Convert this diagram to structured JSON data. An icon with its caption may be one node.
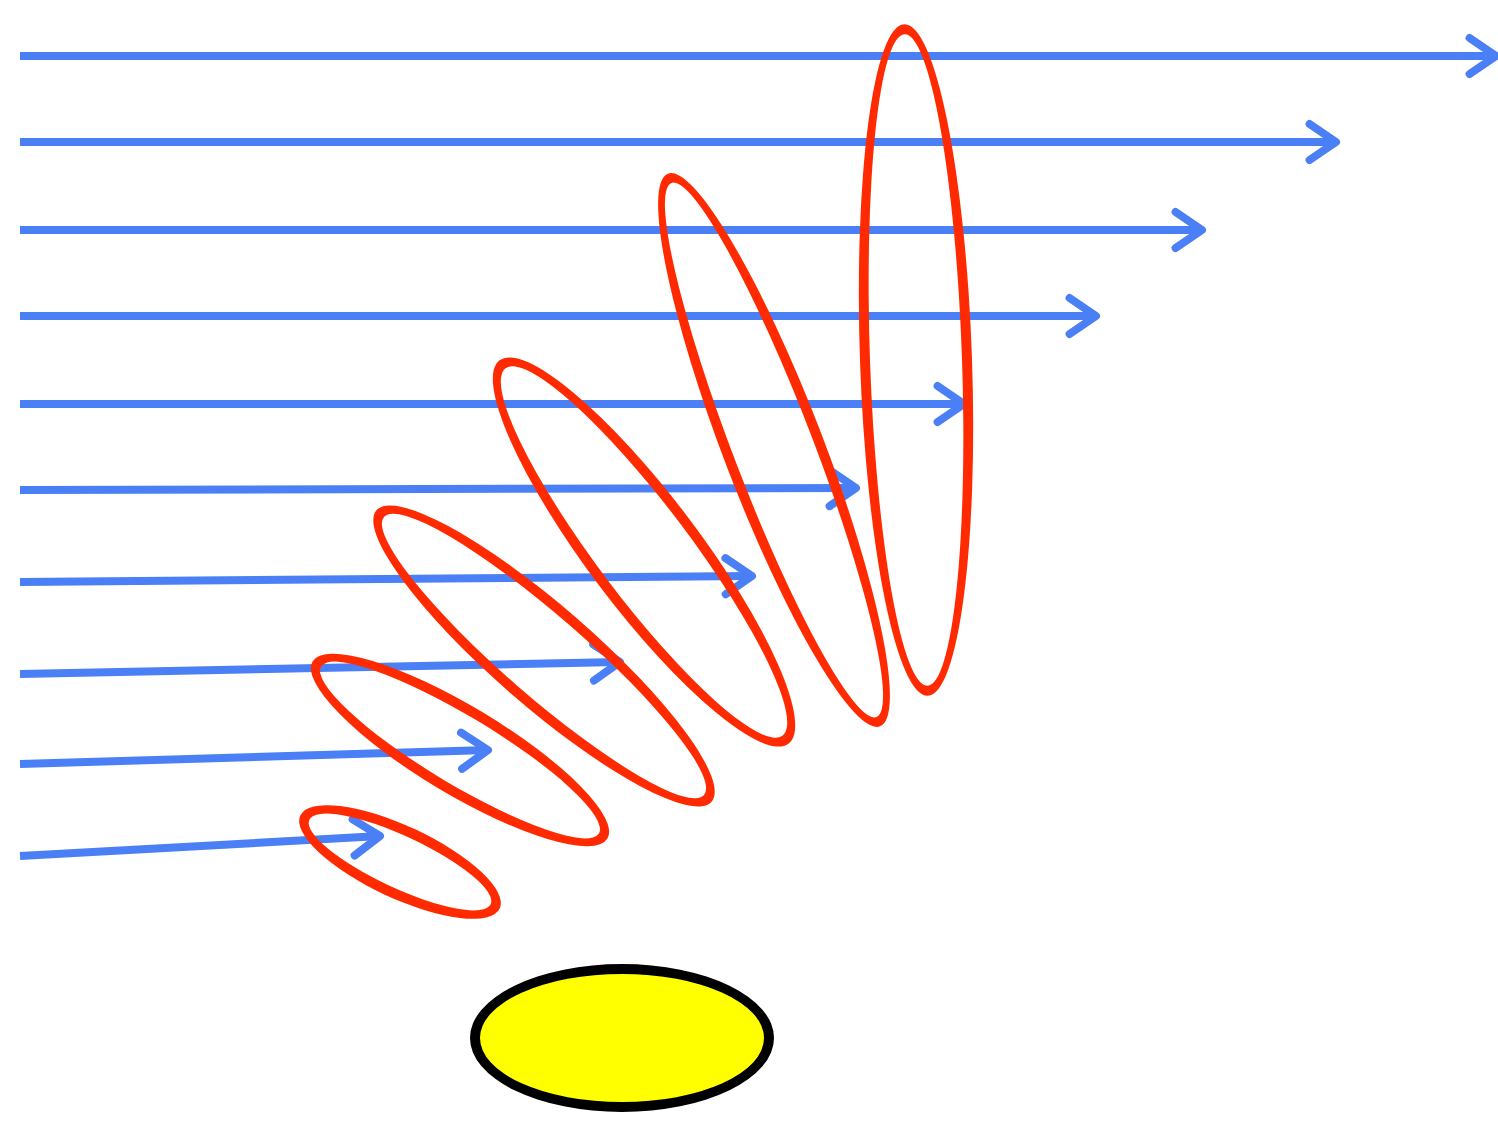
{
  "diagram": {
    "nodes": [
      {
        "text": [],
        "shape": "ellipse"
      },
      {
        "text": [],
        "shape": "ellipse"
      },
      {
        "text": [],
        "shape": "ellipse"
      },
      {
        "text": [],
        "shape": "ellipse"
      },
      {
        "text": [],
        "shape": "ellipse"
      },
      {
        "text": [],
        "shape": "ellipse"
      },
      {
        "text": [],
        "shape": "circle"
      }
    ]
  }
}
